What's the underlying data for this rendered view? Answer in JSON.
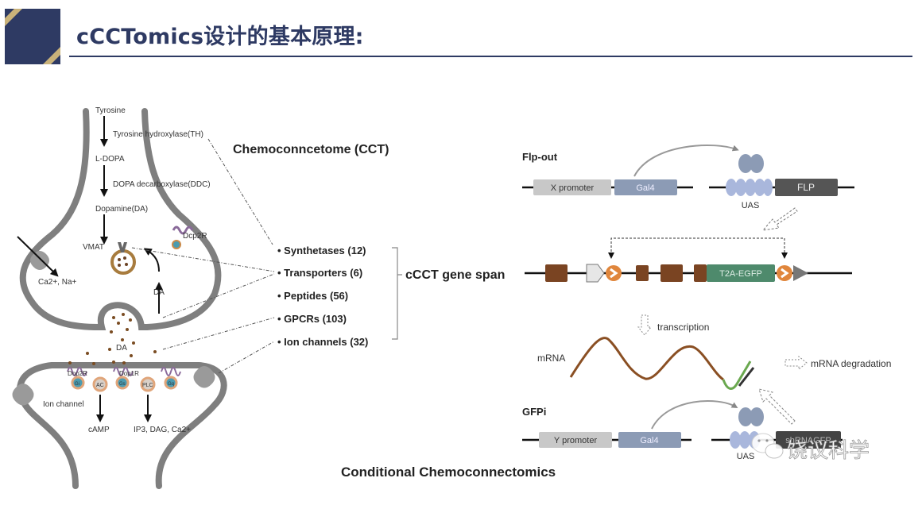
{
  "header": {
    "title": "cCCTomics设计的基本原理:",
    "accent_color": "#2e3a63",
    "stripe_color": "#c9b27a"
  },
  "neuron": {
    "pathway": [
      "Tyrosine",
      "L-DOPA",
      "Dopamine(DA)",
      "VMAT"
    ],
    "enzymes": [
      "Tyrosine hydroxylase(TH)",
      "DOPA decarboxylase(DDC)"
    ],
    "presyn_receptor": "Dcp2R",
    "ion_influx": "Ca2+, Na+",
    "da_label_reuptake": "DA",
    "da_label_cleft": "DA",
    "receptors": [
      "Dop2R",
      "Dop1R"
    ],
    "gproteins": [
      "Gi",
      "Gs",
      "Gq"
    ],
    "effectors": [
      "AC",
      "PLC"
    ],
    "ion_channel_label": "Ion channel",
    "outputs": [
      "cAMP",
      "IP3, DAG, Ca2+"
    ]
  },
  "cct": {
    "title": "Chemoconncetome (CCT)",
    "categories": [
      {
        "label": "Synthetases",
        "count": "(12)"
      },
      {
        "label": "Transporters",
        "count": "(6)"
      },
      {
        "label": "Peptides",
        "count": "(56)"
      },
      {
        "label": "GPCRs",
        "count": "(103)"
      },
      {
        "label": "Ion channels",
        "count": "(32)"
      }
    ],
    "gene_span_label": "cCCT gene span"
  },
  "flpout": {
    "title": "Flp-out",
    "promoter": "X promoter",
    "driver": "Gal4",
    "uas": "UAS",
    "effector": "FLP"
  },
  "gene": {
    "tag": "T2A-EGFP"
  },
  "rna": {
    "transcription": "transcription",
    "mrna": "mRNA",
    "degradation": "mRNA degradation"
  },
  "gfpi": {
    "title": "GFPi",
    "promoter": "Y promoter",
    "driver": "Gal4",
    "uas": "UAS",
    "effector": "shRNAGFP"
  },
  "caption": "Conditional Chemoconnectomics",
  "watermark": "饶议科学"
}
